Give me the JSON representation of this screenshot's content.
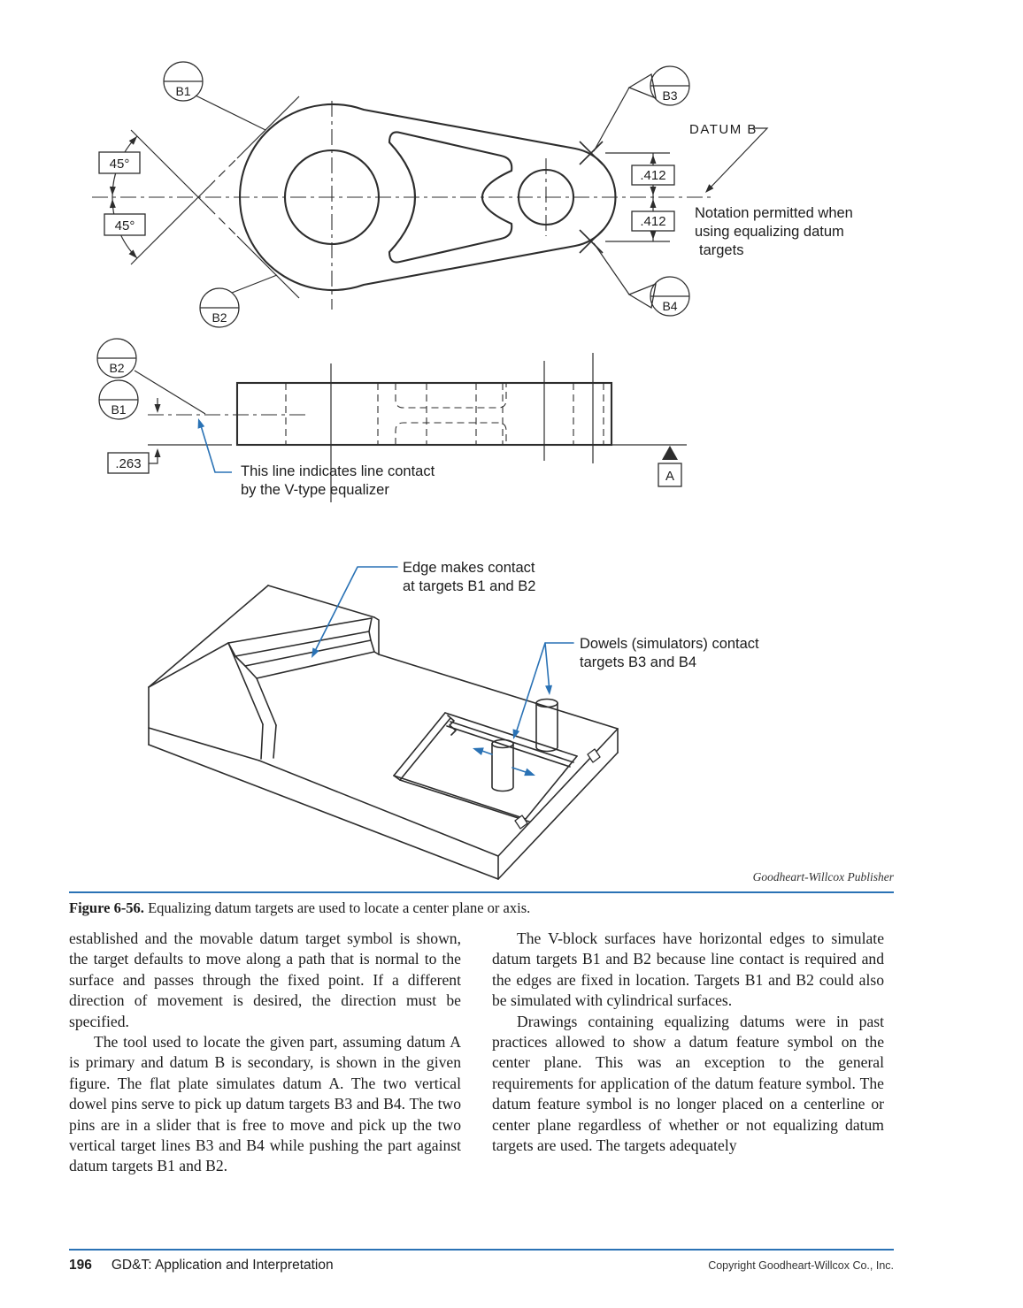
{
  "figure": {
    "targets": {
      "b1": "B1",
      "b2": "B2",
      "b3": "B3",
      "b4": "B4"
    },
    "dims": {
      "angle_top": "45°",
      "angle_bottom": "45°",
      "offset_top": ".412",
      "offset_bottom": ".412",
      "height": ".263"
    },
    "datum_b": "DATUM  B",
    "datum_a": "A",
    "notes": {
      "notation": [
        "Notation permitted when",
        "using equalizing datum",
        "targets"
      ],
      "line_contact": [
        "This line indicates line contact",
        "by the V-type equalizer"
      ],
      "edge_contact": [
        "Edge makes contact",
        "at targets B1 and B2"
      ],
      "dowels": [
        "Dowels (simulators) contact",
        "targets B3 and B4"
      ]
    },
    "credit": "Goodheart-Willcox Publisher",
    "caption_label": "Figure 6-56.",
    "caption_text": " Equalizing datum targets are used to locate a center plane or axis."
  },
  "article": {
    "left_column": [
      "established and the movable datum target symbol is shown, the target defaults to move along a path that is normal to the surface and passes through the fixed point. If a different direction of movement is desired, the direction must be specified.",
      "The tool used to locate the given part, assuming datum A is primary and datum B is secondary, is shown in the given figure. The flat plate simulates datum A. The two vertical dowel pins serve to pick up datum targets B3 and B4. The two pins are in a slider that is free to move and pick up the two vertical target lines B3 and B4 while pushing the part against datum targets B1 and B2."
    ],
    "right_column": [
      "The V-block surfaces have horizontal edges to simulate datum targets B1 and B2 because line contact is required and the edges are fixed in location. Targets B1 and B2 could also be simulated with cylindrical surfaces.",
      "Drawings containing equalizing datums were in past practices allowed to show a datum feature symbol on the center plane. This was an exception to the general requirements for application of the datum feature symbol. The datum feature symbol is no longer placed on a centerline or center plane regardless of whether or not equalizing datum targets are used. The targets adequately"
    ]
  },
  "footer": {
    "page_number": "196",
    "book_title": "GD&T: Application and Interpretation",
    "copyright": "Copyright Goodheart-Willcox Co., Inc."
  },
  "colors": {
    "leader_blue": "#2a72b5",
    "rule_blue": "#2a72b5",
    "drawing_line": "#2d2d2d"
  }
}
